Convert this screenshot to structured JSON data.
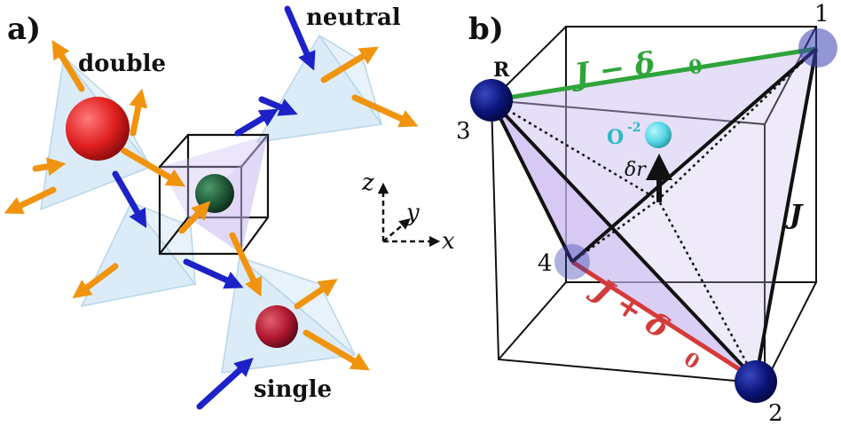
{
  "panel_a": {
    "label": "a)",
    "tetra_labels": {
      "double": "double",
      "neutral": "neutral",
      "single": "single"
    },
    "axes": {
      "x": "x",
      "y": "y",
      "z": "z"
    }
  },
  "panel_b": {
    "label": "b)",
    "site_labels": {
      "s1": "1",
      "s2": "2",
      "s3": "3",
      "s4": "4"
    },
    "r_label": "R",
    "oxygen_label": "O",
    "oxygen_charge": "-2",
    "delta_r": "δr",
    "j_minus": "J − δ",
    "j_minus_sub": "0",
    "j_plus": "J + δ",
    "j_plus_sub": "0",
    "j_label": "J"
  },
  "colors": {
    "tetra_fill": "#cfe6f5",
    "arrow_orange": "#f0940e",
    "arrow_blue": "#1d22c8",
    "sphere_red": "#e02020",
    "sphere_green": "#1f5a37",
    "sphere_darkred": "#b01830",
    "site_navy": "#0a1478",
    "oxygen_cyan": "#55d8e8",
    "green_bond": "#2ea43a",
    "red_bond": "#d43a3a",
    "face_lavender": "#c8b8f0"
  }
}
